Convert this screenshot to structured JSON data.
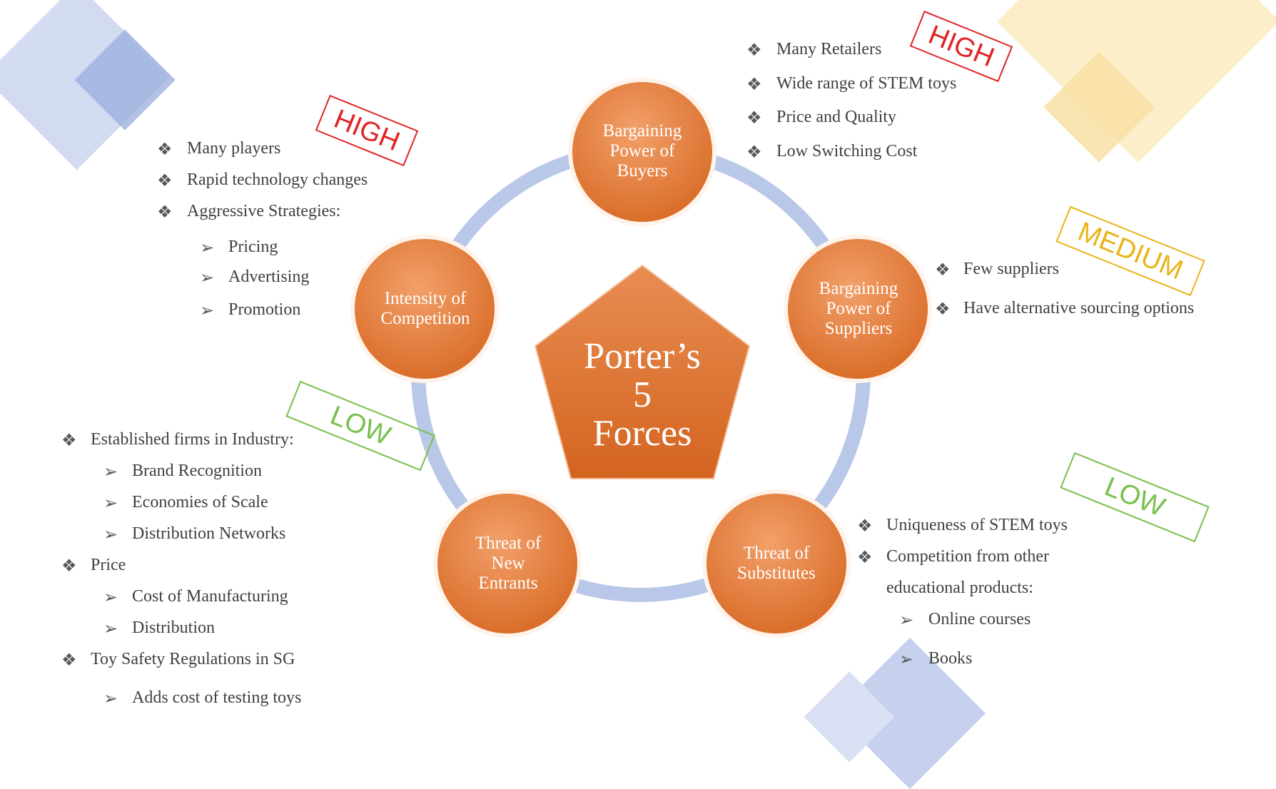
{
  "center": {
    "title_line1": "Porter’s",
    "title_line2": "5",
    "title_line3": "Forces"
  },
  "forces": {
    "buyers": {
      "l1": "Bargaining",
      "l2": "Power of",
      "l3": "Buyers",
      "rating": "HIGH",
      "bullets": [
        "Many Retailers",
        "Wide range of STEM toys",
        "Price and Quality",
        "Low Switching Cost"
      ]
    },
    "suppliers": {
      "l1": "Bargaining",
      "l2": "Power of",
      "l3": "Suppliers",
      "rating": "MEDIUM",
      "bullets": [
        "Few suppliers",
        "Have alternative sourcing options"
      ]
    },
    "substitutes": {
      "l1": "Threat of",
      "l2": "Substitutes",
      "rating": "LOW",
      "bullets": [
        "Uniqueness of STEM toys",
        "Competition from other",
        "educational products:"
      ],
      "sub": [
        "Online courses",
        "Books"
      ]
    },
    "entrants": {
      "l1": "Threat of",
      "l2": "New",
      "l3": "Entrants",
      "rating": "LOW",
      "bullets": [
        "Established firms in Industry:",
        "Price",
        "Toy Safety Regulations in SG"
      ],
      "sub1": [
        "Brand Recognition",
        "Economies of Scale",
        "Distribution Networks"
      ],
      "sub2": [
        "Cost of Manufacturing",
        "Distribution"
      ],
      "sub3": [
        "Adds cost of testing toys"
      ]
    },
    "competition": {
      "l1": "Intensity of",
      "l2": "Competition",
      "rating": "HIGH",
      "bullets": [
        "Many players",
        "Rapid technology changes",
        "Aggressive Strategies:"
      ],
      "sub": [
        "Pricing",
        "Advertising",
        "Promotion"
      ]
    }
  },
  "symbols": {
    "diamond": "❖",
    "arrow": "➢"
  },
  "colors": {
    "orange": "#e07a38",
    "ring": "#b9c7e8",
    "high": "#e02424",
    "medium": "#e9b418",
    "low": "#77c04a"
  }
}
